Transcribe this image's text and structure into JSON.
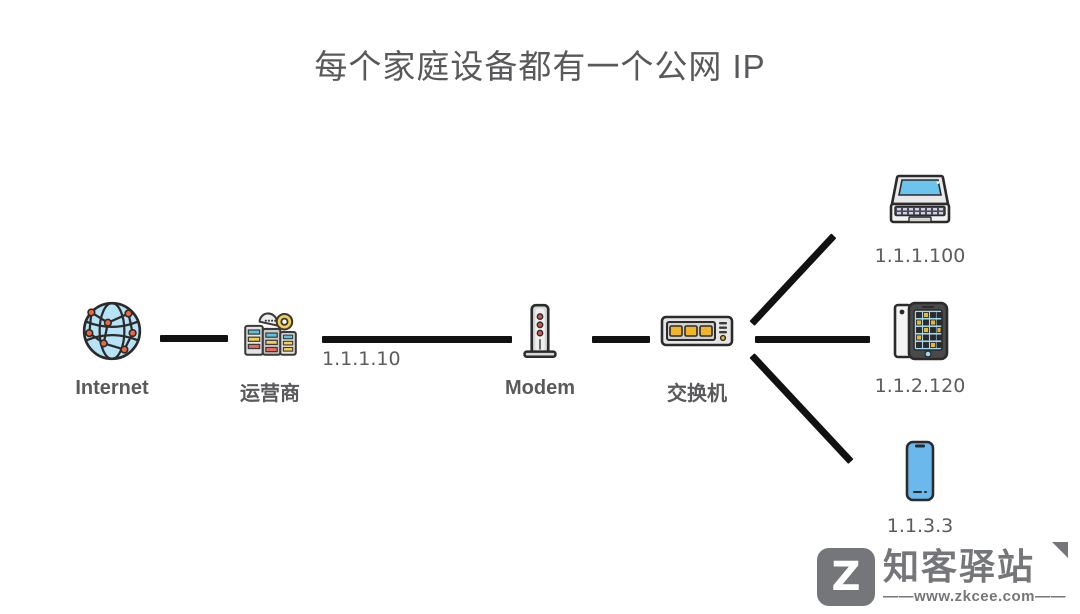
{
  "title": "每个家庭设备都有一个公网 IP",
  "colors": {
    "title_text": "#59595b",
    "label_text": "#5a5a5c",
    "ip_text": "#5c5c5e",
    "link": "#111111",
    "accent_blue": "#a9ddf3",
    "device_blue": "#6bb9ec",
    "watermark_gray": "#6e6f72",
    "background": "#ffffff"
  },
  "nodes": {
    "internet": {
      "label": "Internet",
      "icon": "globe-network-icon"
    },
    "isp": {
      "label": "运营商",
      "icon": "server-cloud-icon"
    },
    "modem": {
      "label": "Modem",
      "icon": "modem-tower-icon"
    },
    "switch": {
      "label": "交换机",
      "icon": "network-switch-icon"
    }
  },
  "devices": [
    {
      "ip": "1.1.1.100",
      "icon": "laptop-icon",
      "name": "laptop"
    },
    {
      "ip": "1.1.2.120",
      "icon": "desk-phone-icon",
      "name": "desk-phone"
    },
    {
      "ip": "1.1.3.3",
      "icon": "smartphone-icon",
      "name": "smartphone"
    }
  ],
  "links": {
    "internet_isp": {
      "caption": ""
    },
    "isp_modem": {
      "caption": "1.1.1.10"
    },
    "modem_switch": {
      "caption": ""
    },
    "switch_laptop": {
      "caption": ""
    },
    "switch_phone": {
      "caption": ""
    },
    "switch_mobile": {
      "caption": ""
    }
  },
  "watermark": {
    "badge_letter": "Z",
    "brand": "知客驿站",
    "url": "——www.zkcee.com——"
  }
}
